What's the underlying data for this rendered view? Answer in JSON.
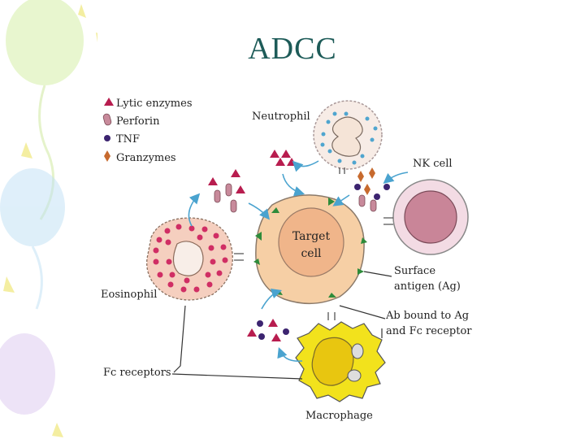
{
  "slide": {
    "title": "ADCC"
  },
  "legend": [
    {
      "label": "Lytic enzymes",
      "icon": "triangle-icon",
      "color": "#b81d4f"
    },
    {
      "label": "Perforin",
      "icon": "capsule-icon",
      "color": "#c88a9b"
    },
    {
      "label": "TNF",
      "icon": "dot-icon",
      "color": "#3c2470"
    },
    {
      "label": "Granzymes",
      "icon": "diamond-icon",
      "color": "#c76a2e"
    }
  ],
  "labels": {
    "neutrophil": "Neutrophil",
    "nk_cell": "NK cell",
    "target_line1": "Target",
    "target_line2": "cell",
    "surface_antigen_line1": "Surface",
    "surface_antigen_line2": "antigen (Ag)",
    "ab_bound_line1": "Ab bound to Ag",
    "ab_bound_line2": "and Fc receptor",
    "eosinophil": "Eosinophil",
    "fc_receptors": "Fc receptors",
    "macrophage": "Macrophage"
  },
  "colors": {
    "title": "#1d5b58",
    "target_cell": "#f6cfa5",
    "arrow": "#4aa3cf",
    "antigen": "#2e8b3a"
  }
}
